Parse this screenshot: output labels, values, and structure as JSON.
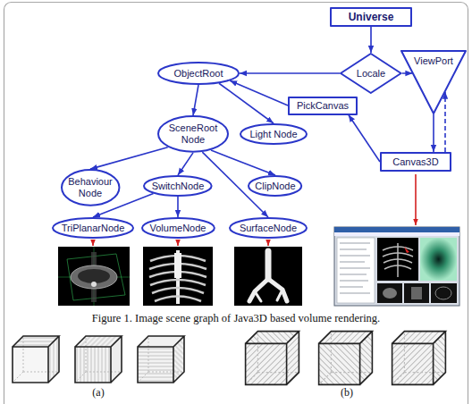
{
  "diagram": {
    "caption": "Figure 1. Image scene graph of Java3D based volume rendering.",
    "nodes": [
      {
        "text": [
          "Universe"
        ]
      },
      {
        "text": [
          "ObjectRoot"
        ]
      },
      {
        "text": [
          "Locale"
        ]
      },
      {
        "text": [
          "ViewPort"
        ]
      },
      {
        "text": [
          "PickCanvas"
        ]
      },
      {
        "text": [
          "SceneRoot Node"
        ]
      },
      {
        "text": [
          "Light Node"
        ]
      },
      {
        "text": [
          "Canvas3D"
        ]
      },
      {
        "text": [
          "Behaviour Node"
        ]
      },
      {
        "text": [
          "SwitchNode"
        ]
      },
      {
        "text": [
          "ClipNode"
        ]
      },
      {
        "text": [
          "TriPlanarNode"
        ]
      },
      {
        "text": [
          "VolumeNode"
        ]
      },
      {
        "text": [
          "SurfaceNode"
        ]
      }
    ],
    "edges": [
      {
        "from": 0,
        "to": 2,
        "arrow": "to"
      },
      {
        "from": 2,
        "to": 1,
        "arrow": "to"
      },
      {
        "from": 2,
        "to": 3,
        "arrow": "to"
      },
      {
        "from": 1,
        "to": 5,
        "arrow": "to"
      },
      {
        "from": 1,
        "to": 6,
        "arrow": "to"
      },
      {
        "from": 4,
        "to": 1,
        "arrow": "to"
      },
      {
        "from": 7,
        "to": 4,
        "arrow": "to"
      },
      {
        "from": 3,
        "to": 7,
        "arrow": "to"
      },
      {
        "from": 7,
        "to": 3,
        "arrow": "to"
      },
      {
        "from": 5,
        "to": 8,
        "arrow": "to"
      },
      {
        "from": 5,
        "to": 9,
        "arrow": "to"
      },
      {
        "from": 5,
        "to": 10,
        "arrow": "to"
      },
      {
        "from": 5,
        "to": 13,
        "arrow": "to"
      },
      {
        "from": 9,
        "to": 11,
        "arrow": "to"
      },
      {
        "from": 9,
        "to": 12,
        "arrow": "to"
      }
    ],
    "labels": [
      "(a)",
      "(b)"
    ]
  }
}
